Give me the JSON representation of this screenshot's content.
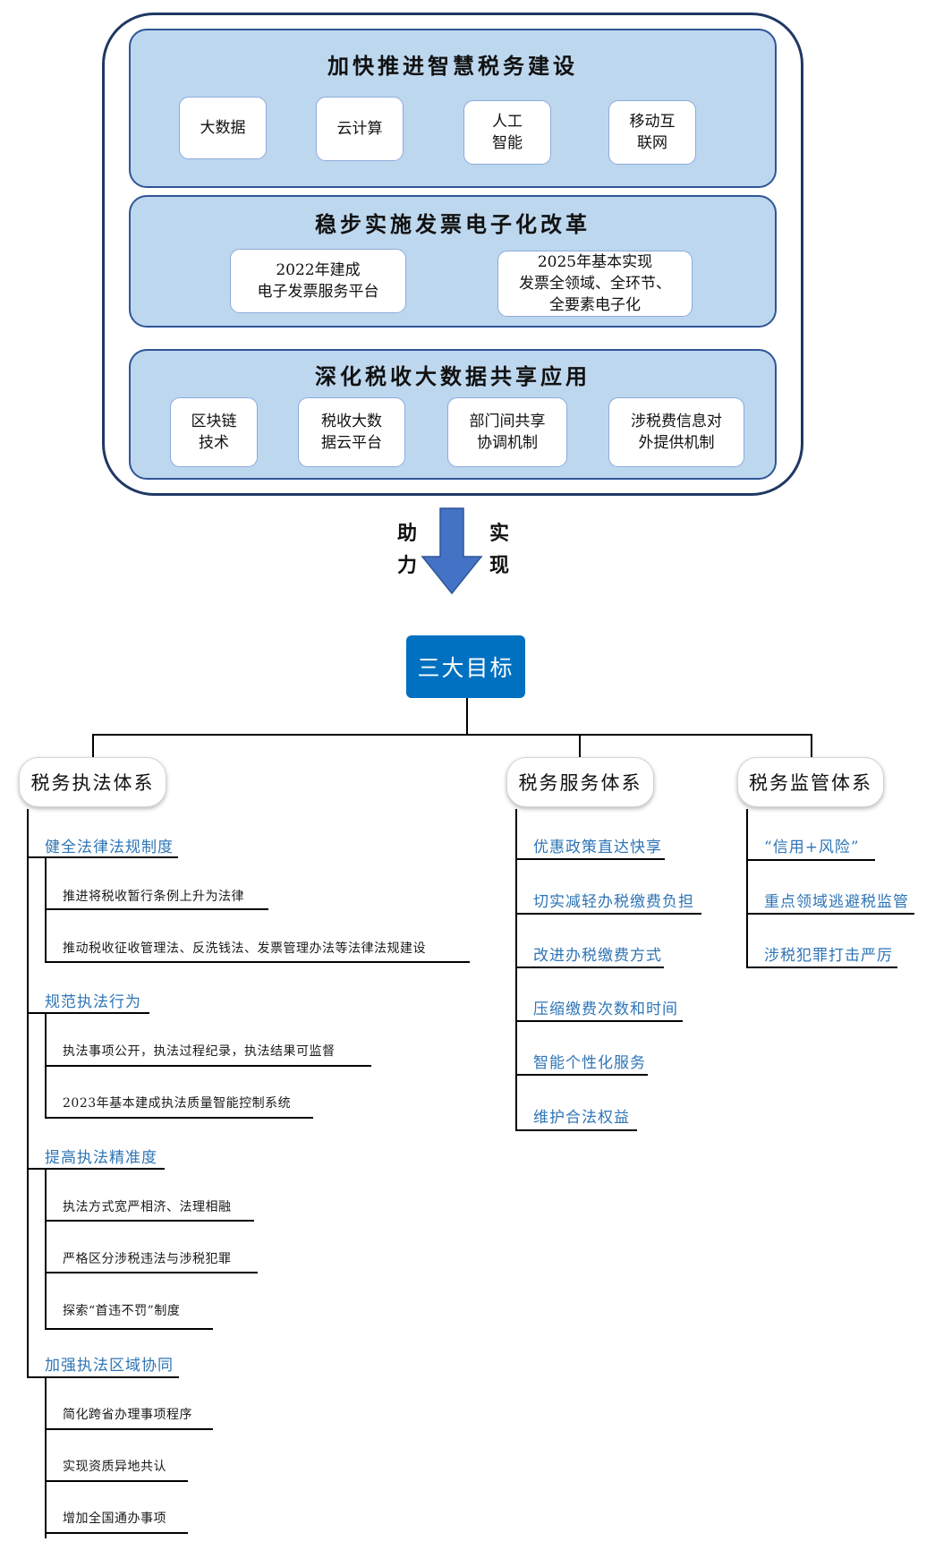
{
  "top": {
    "panels": [
      {
        "title": "加快推进智慧税务建设",
        "items": [
          "大数据",
          "云计算",
          "人工\n智能",
          "移动互\n联网"
        ]
      },
      {
        "title": "稳步实施发票电子化改革",
        "items": [
          "2022年建成\n电子发票服务平台",
          "2025年基本实现\n发票全领域、全环节、\n全要素电子化"
        ]
      },
      {
        "title": "深化税收大数据共享应用",
        "items": [
          "区块链\n技术",
          "税收大数\n据云平台",
          "部门间共享\n协调机制",
          "涉税费信息对\n外提供机制"
        ]
      }
    ]
  },
  "arrow": {
    "left_text": "助\n力",
    "right_text": "实\n现",
    "color": "#4472c4"
  },
  "goal": {
    "label": "三大目标"
  },
  "categories": [
    {
      "label": "税务执法体系",
      "subs": [
        {
          "label": "健全法律法规制度",
          "items": [
            "推进将税收暂行条例上升为法律",
            "推动税收征收管理法、反洗钱法、发票管理办法等法律法规建设"
          ]
        },
        {
          "label": "规范执法行为",
          "items": [
            "执法事项公开，执法过程纪录，执法结果可监督",
            "2023年基本建成执法质量智能控制系统"
          ]
        },
        {
          "label": "提高执法精准度",
          "items": [
            "执法方式宽严相济、法理相融",
            "严格区分涉税违法与涉税犯罪",
            "探索“首违不罚”制度"
          ]
        },
        {
          "label": "加强执法区域协同",
          "items": [
            "简化跨省办理事项程序",
            "实现资质异地共认",
            "增加全国通办事项"
          ]
        }
      ]
    },
    {
      "label": "税务服务体系",
      "items": [
        "优惠政策直达快享",
        "切实减轻办税缴费负担",
        "改进办税缴费方式",
        "压缩缴费次数和时间",
        "智能个性化服务",
        "维护合法权益"
      ]
    },
    {
      "label": "税务监管体系",
      "items": [
        "“信用+风险”",
        "重点领域逃避税监管",
        "涉税犯罪打击严厉"
      ]
    }
  ],
  "colors": {
    "panel_fill": "#bdd7ee",
    "panel_border": "#2f5597",
    "goal_fill": "#0070c0",
    "sub_text": "#2e75b6"
  }
}
